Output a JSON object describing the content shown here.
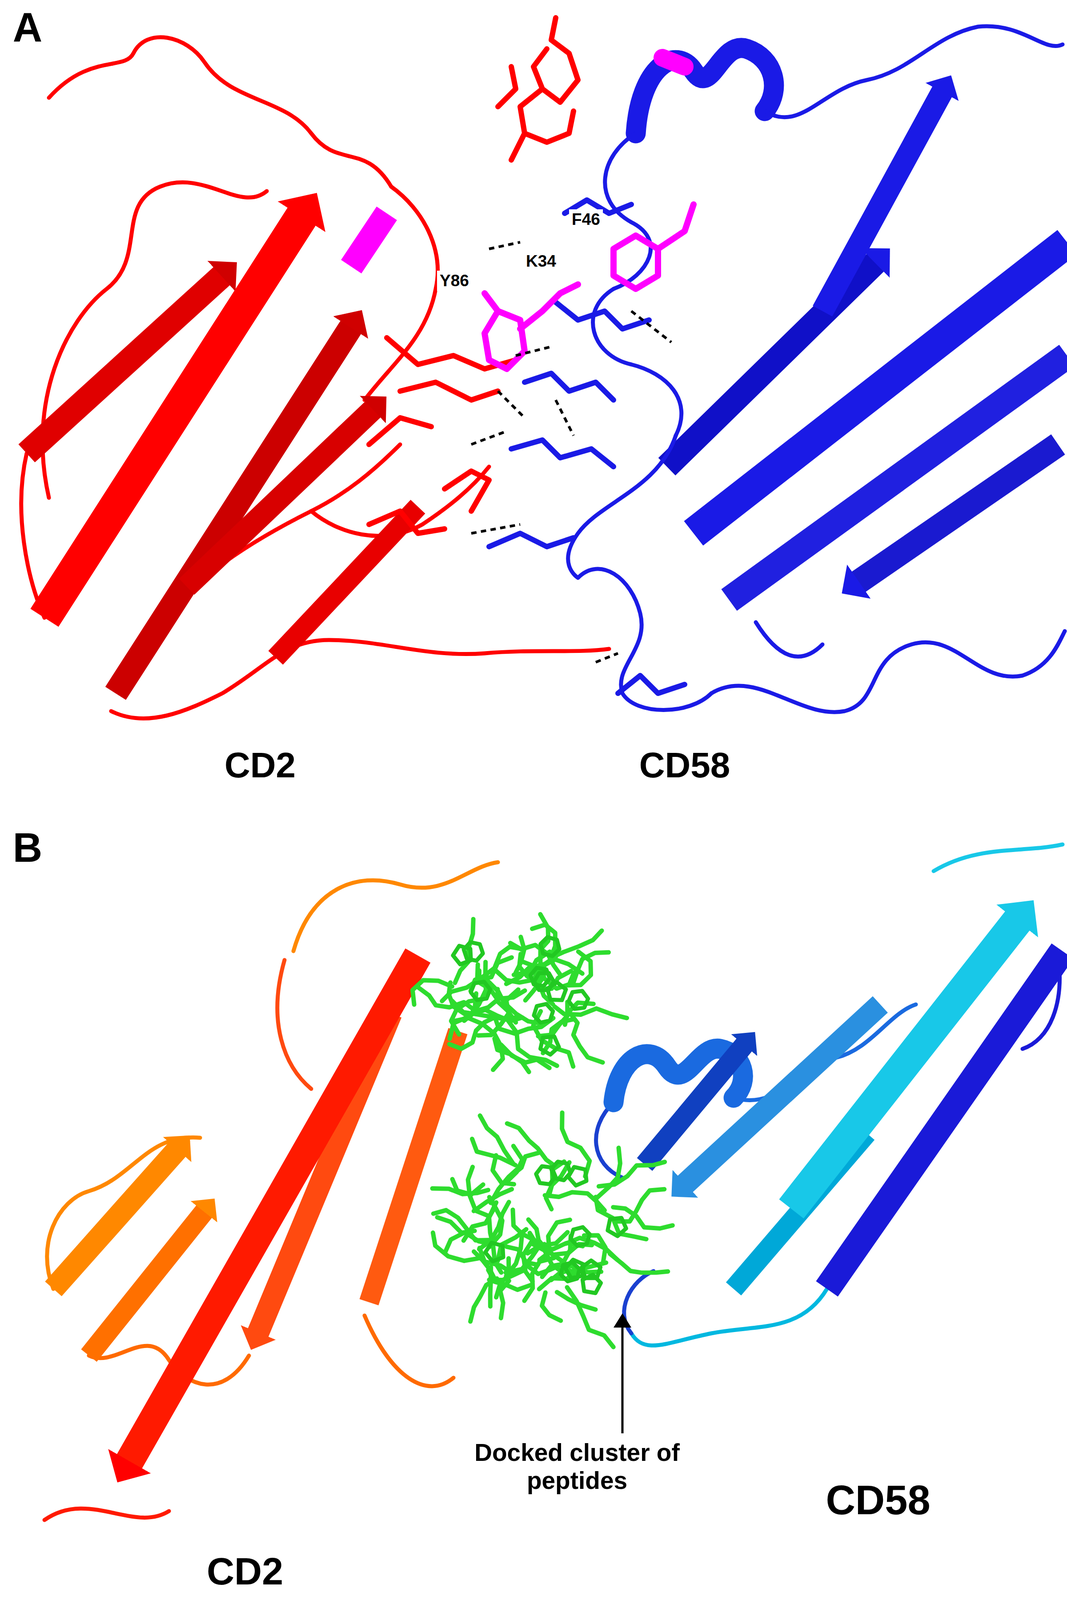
{
  "diagram": {
    "labels": [
      "A",
      "Y86",
      "K34",
      "F46",
      "CD2",
      "CD58",
      "B",
      "Docked cluster of peptides",
      "CD2",
      "CD58"
    ]
  }
}
